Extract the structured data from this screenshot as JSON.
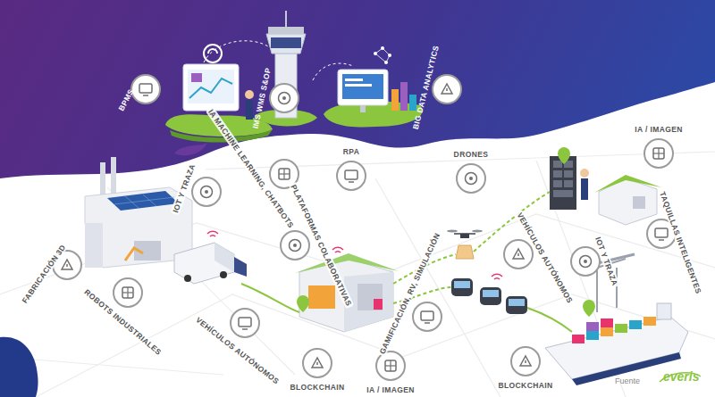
{
  "diagram": {
    "nodes": [
      {
        "text": [
          "BPMS"
        ]
      },
      {
        "text": [
          "IMS WMS S&OP"
        ]
      },
      {
        "text": [
          "BIG DATA ANALYTICS"
        ]
      },
      {
        "text": [
          "IA MACHINE LEARNING, CHATBOTS"
        ]
      },
      {
        "text": [
          "RPA"
        ]
      },
      {
        "text": [
          "IOT Y TRAZA"
        ]
      },
      {
        "text": [
          "FABRICACIÓN 3D"
        ]
      },
      {
        "text": [
          "ROBOTS INDUSTRIALES"
        ]
      },
      {
        "text": [
          "VEHÍCULOS AUTÓNOMOS"
        ]
      },
      {
        "text": [
          "PLATAFORMAS COLABORATIVAS"
        ]
      },
      {
        "text": [
          "BLOCKCHAIN"
        ]
      },
      {
        "text": [
          "IA / IMAGEN"
        ]
      },
      {
        "text": [
          "GAMIFICACIÓN, RV, SIMULACIÓN"
        ]
      },
      {
        "text": [
          "DRONES"
        ]
      },
      {
        "text": [
          "VEHÍCULOS AUTÓNOMOS"
        ]
      },
      {
        "text": [
          "IA / IMAGEN"
        ]
      },
      {
        "text": [
          "TAQUILLAS INTELIGENTES"
        ]
      },
      {
        "text": [
          "IOT Y TRAZA"
        ]
      },
      {
        "text": [
          "BLOCKCHAIN"
        ]
      }
    ],
    "labels": [
      "Fuente",
      "everis"
    ]
  }
}
